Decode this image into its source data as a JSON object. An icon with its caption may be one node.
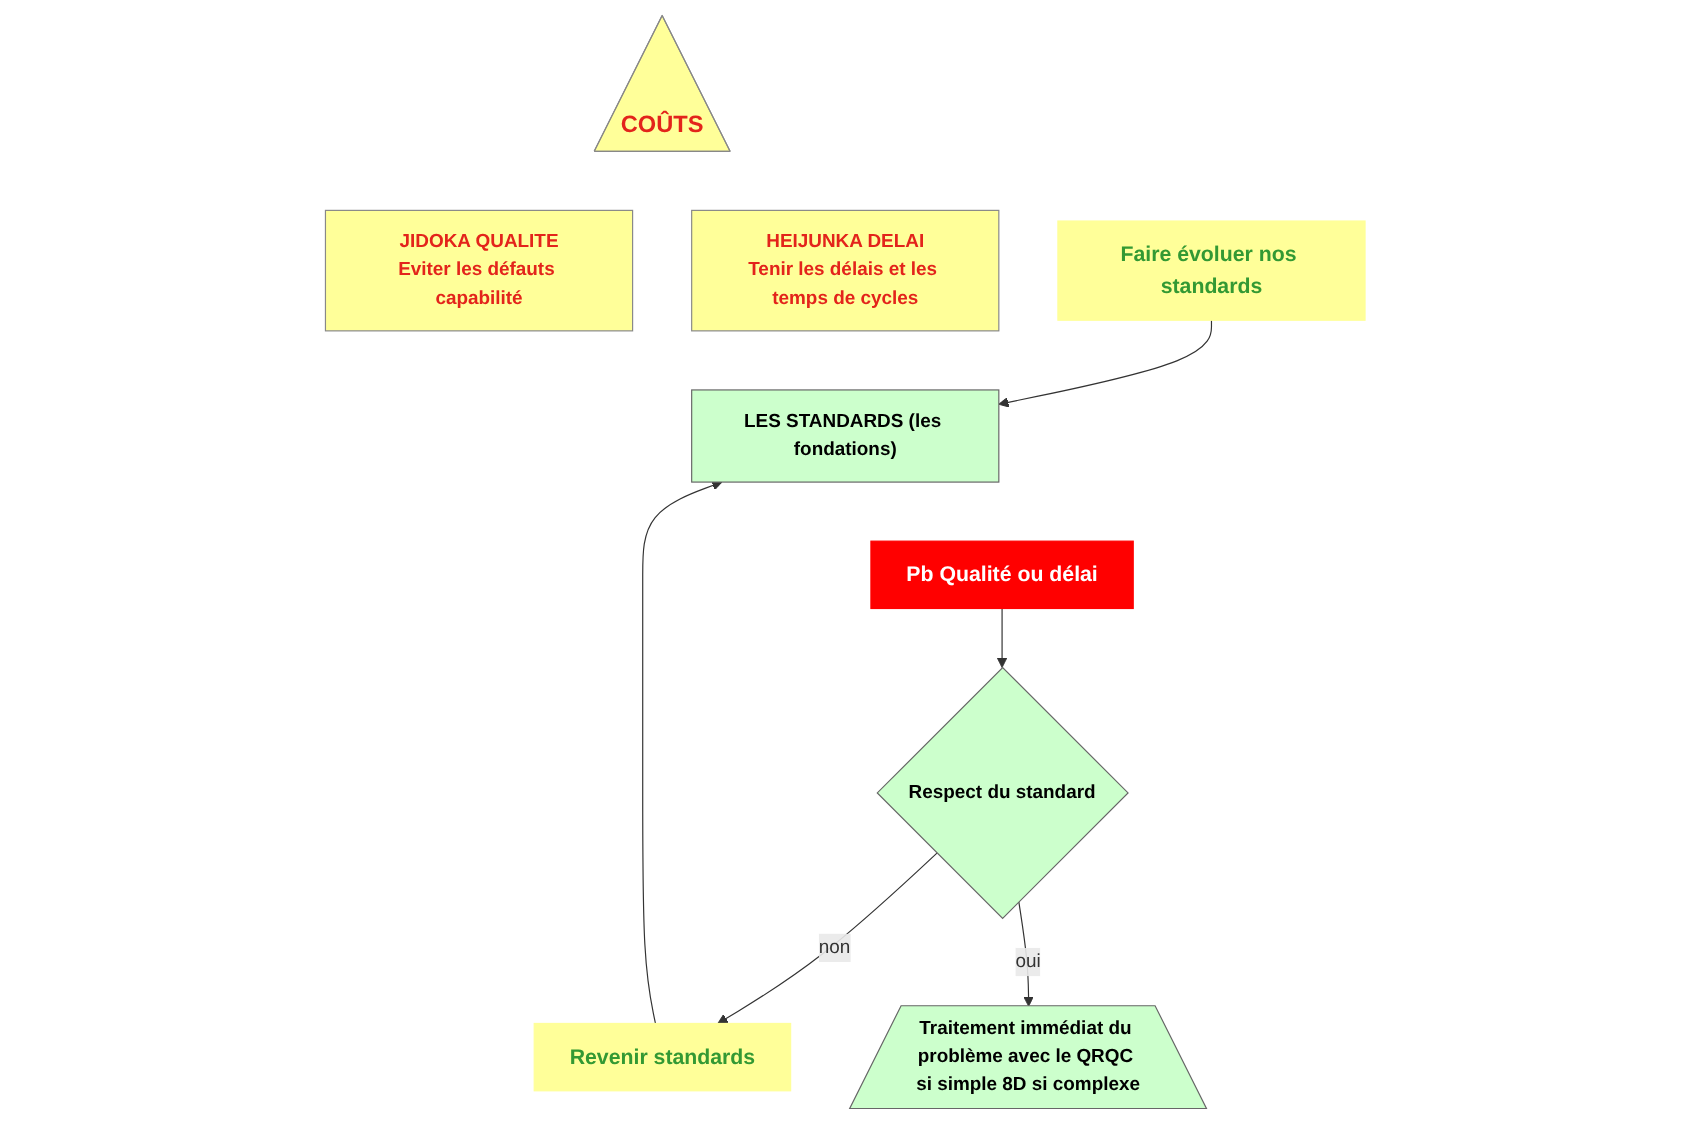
{
  "diagram": {
    "nodes": [
      {
        "text": [
          "COÛTS"
        ]
      },
      {
        "text": [
          "HEIJUNKA DELAI",
          "Tenir les délais et les temps de cycles"
        ]
      },
      {
        "text": [
          "JIDOKA QUALITE",
          "Eviter les défauts capabilité"
        ]
      },
      {
        "text": [
          "LES STANDARDS (les fondations)"
        ]
      },
      {
        "text": [
          "Pb Qualité ou délai"
        ]
      },
      {
        "text": [
          "Respect du standard"
        ]
      },
      {
        "text": [
          "Revenir standards"
        ]
      },
      {
        "text": [
          "Traitement immédiat du problème avec le QRQC si simple 8D si complexe"
        ]
      },
      {
        "text": [
          "Faire évoluer nos standards"
        ]
      }
    ],
    "edges": [
      {
        "from": 4,
        "to": 5,
        "arrow": "to"
      },
      {
        "from": 5,
        "to": 6,
        "label": "non",
        "arrow": "to"
      },
      {
        "from": 5,
        "to": 7,
        "label": "oui",
        "arrow": "to"
      },
      {
        "from": 6,
        "to": 3,
        "arrow": "to"
      },
      {
        "from": 8,
        "to": 3,
        "arrow": "to"
      }
    ]
  }
}
